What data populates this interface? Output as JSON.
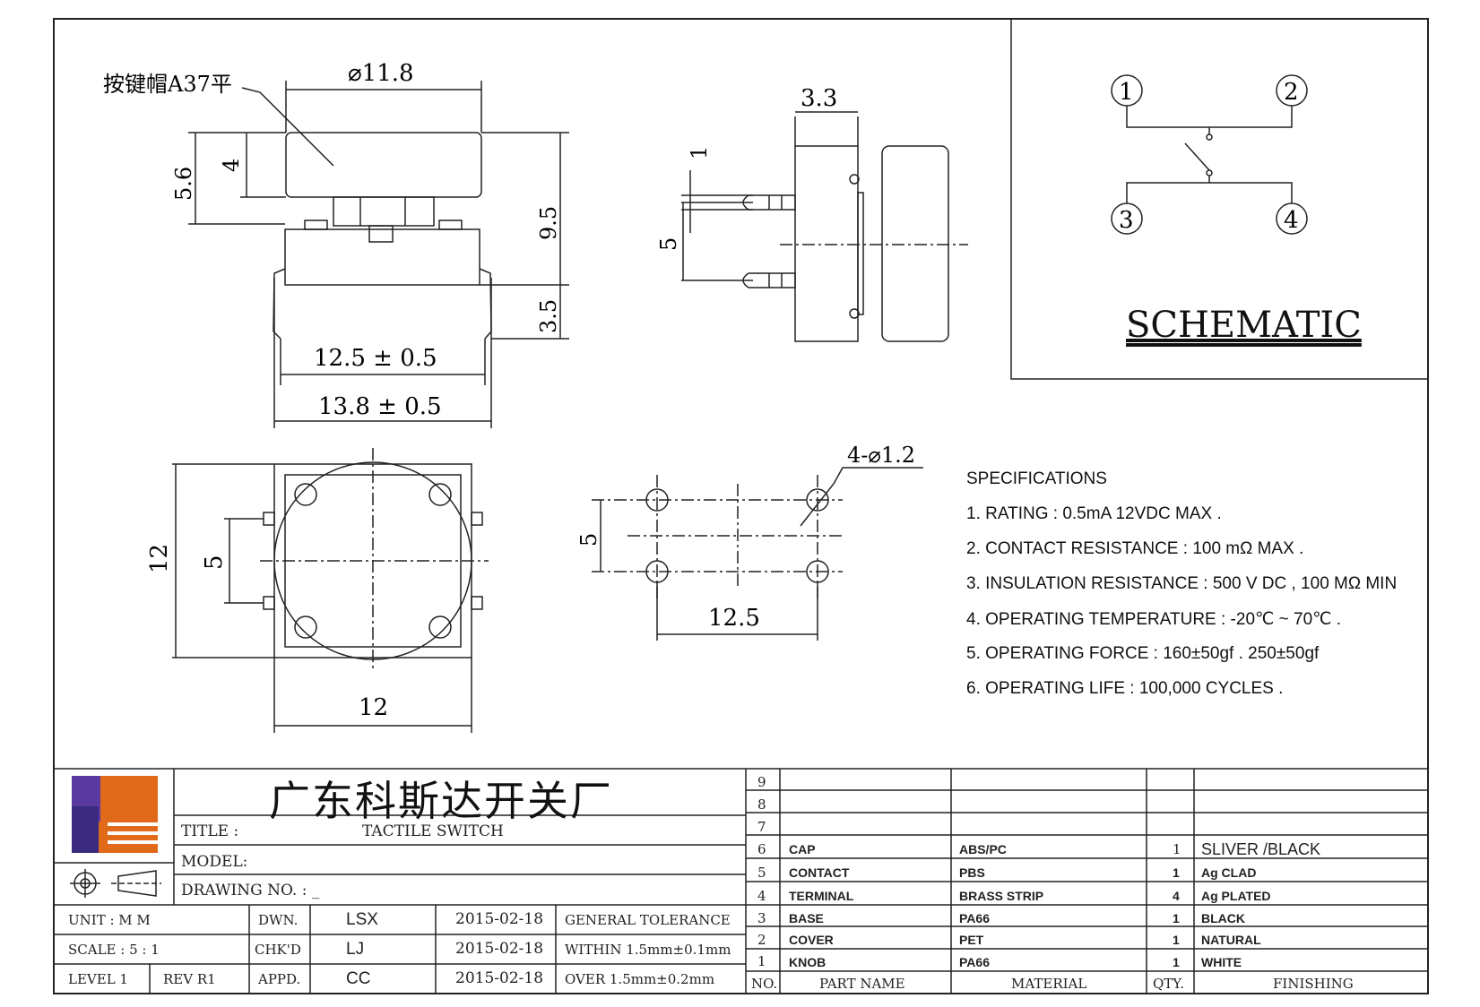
{
  "drawing": {
    "cap_label": "按键帽A37平",
    "schematic_title": "SCHEMATIC",
    "pins": [
      "1",
      "2",
      "3",
      "4"
    ],
    "dims": {
      "cap_diameter": "⌀11.8",
      "total_height_left": "5.6",
      "cap_height": "4",
      "total_height": "9.5",
      "lead_length": "3.5",
      "lead_span_inner": "12.5 ± 0.5",
      "lead_span_outer": "13.8 ± 0.5",
      "side_offset": "3.3",
      "side_pin_1": "1",
      "side_pin_5": "5",
      "top_12_vert": "12",
      "top_5_vert": "5",
      "top_12_horiz": "12",
      "holes": "4-⌀1.2",
      "pcb_5": "5",
      "pcb_12_5": "12.5"
    }
  },
  "specifications": {
    "heading": "SPECIFICATIONS",
    "items": [
      "1. RATING : 0.5mA 12VDC MAX .",
      "2. CONTACT RESISTANCE : 100 mΩ MAX .",
      "3. INSULATION RESISTANCE : 500 V DC , 100 MΩ MIN",
      "4. OPERATING TEMPERATURE : -20℃ ~ 70℃ .",
      "5. OPERATING FORCE : 160±50gf . 250±50gf",
      "6. OPERATING LIFE : 100,000 CYCLES ."
    ]
  },
  "title_block": {
    "company": "广东科斯达开关厂",
    "title_label": "TITLE :",
    "title_value": "TACTILE SWITCH",
    "model_label": "MODEL:",
    "drawing_no_label": "DRAWING NO.  : _",
    "unit": "UNIT    :    M M",
    "scale": "SCALE   :   5 : 1",
    "level": "LEVEL 1",
    "rev": "REV   R1",
    "dwn_label": "DWN.",
    "chkd_label": "CHK'D",
    "appd_label": "APPD.",
    "dwn_name": "LSX",
    "chkd_name": "LJ",
    "appd_name": "CC",
    "dwn_date": "2015-02-18",
    "chkd_date": "2015-02-18",
    "appd_date": "2015-02-18",
    "tol_title": "GENERAL TOLERANCE",
    "tol_within": "WITHIN 1.5mm±0.1mm",
    "tol_over": "OVER   1.5mm±0.2mm"
  },
  "bom": {
    "headers": {
      "no": "NO.",
      "part": "PART  NAME",
      "material": "MATERIAL",
      "qty": "QTY.",
      "finishing": "FINISHING"
    },
    "rows": [
      {
        "no": "9",
        "part": "",
        "material": "",
        "qty": "",
        "finishing": ""
      },
      {
        "no": "8",
        "part": "",
        "material": "",
        "qty": "",
        "finishing": ""
      },
      {
        "no": "7",
        "part": "",
        "material": "",
        "qty": "",
        "finishing": ""
      },
      {
        "no": "6",
        "part": "CAP",
        "material": "ABS/PC",
        "qty": "1",
        "finishing": "SLIVER /BLACK"
      },
      {
        "no": "5",
        "part": "CONTACT",
        "material": "PBS",
        "qty": "1",
        "finishing": "Ag CLAD"
      },
      {
        "no": "4",
        "part": "TERMINAL",
        "material": "BRASS STRIP",
        "qty": "4",
        "finishing": "Ag PLATED"
      },
      {
        "no": "3",
        "part": "BASE",
        "material": "PA66",
        "qty": "1",
        "finishing": "BLACK"
      },
      {
        "no": "2",
        "part": "COVER",
        "material": "PET",
        "qty": "1",
        "finishing": "NATURAL"
      },
      {
        "no": "1",
        "part": "KNOB",
        "material": "PA66",
        "qty": "1",
        "finishing": "WHITE"
      }
    ]
  }
}
